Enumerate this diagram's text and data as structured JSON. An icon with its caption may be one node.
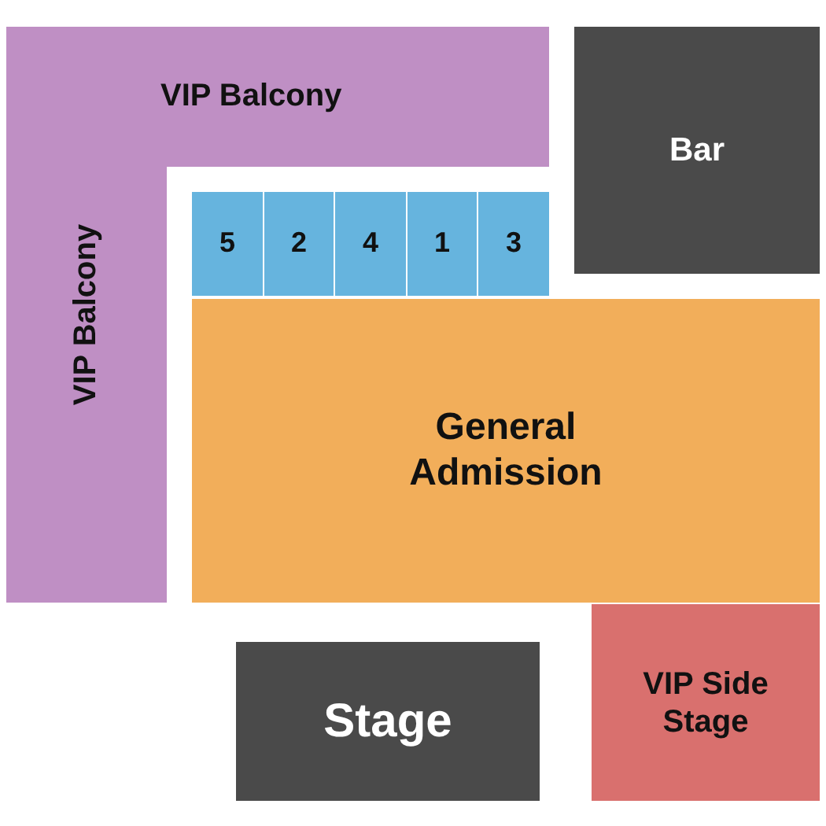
{
  "diagram": {
    "nodes": [
      {
        "text": [
          "VIP Balcony",
          "VIP Balcony"
        ]
      },
      {
        "text": [
          "Bar"
        ]
      },
      {
        "text": [
          "5"
        ]
      },
      {
        "text": [
          "2"
        ]
      },
      {
        "text": [
          "4"
        ]
      },
      {
        "text": [
          "1"
        ]
      },
      {
        "text": [
          "3"
        ]
      },
      {
        "text": [
          "General Admission"
        ]
      },
      {
        "text": [
          "Stage"
        ]
      },
      {
        "text": [
          "VIP Side Stage"
        ]
      }
    ]
  }
}
